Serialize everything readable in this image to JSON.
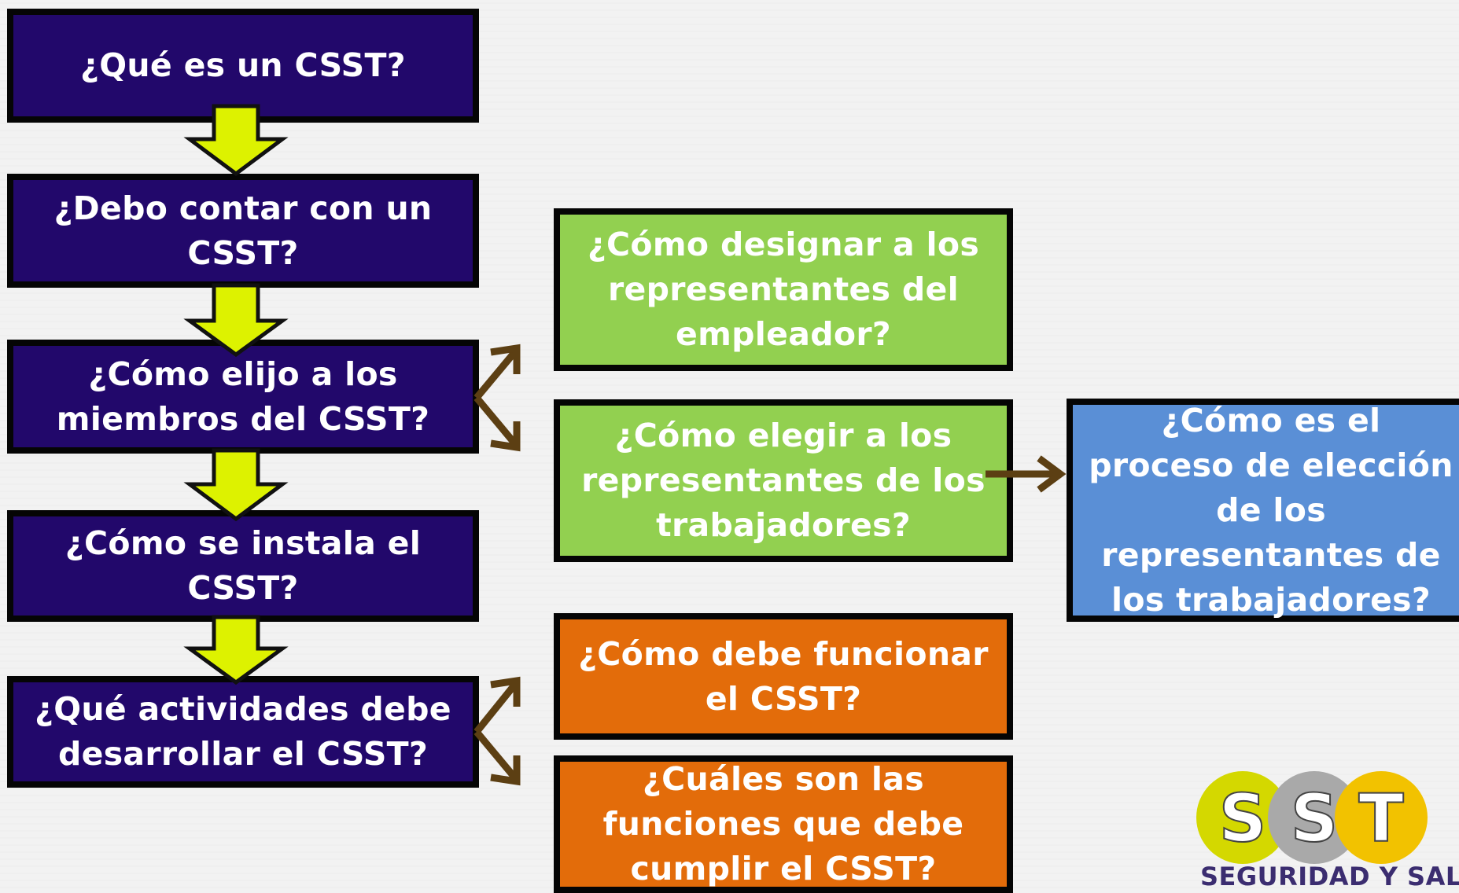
{
  "boxes": {
    "que_es": "¿Qué es un CSST?",
    "debo_contar": "¿Debo contar con un CSST?",
    "como_elijo": "¿Cómo elijo a los miembros del CSST?",
    "como_instala": "¿Cómo se instala el CSST?",
    "que_actividades": "¿Qué actividades debe desarrollar el CSST?",
    "designar_empleador": "¿Cómo designar a los representantes del empleador?",
    "elegir_trabajadores": "¿Cómo elegir a los representantes de los trabajadores?",
    "debe_funcionar": "¿Cómo debe funcionar el CSST?",
    "funciones": "¿Cuáles son las funciones que debe cumplir el CSST?",
    "proceso_eleccion": "¿Cómo es el proceso de elección de los representantes de los trabajadores?"
  },
  "logo": {
    "letters": [
      "S",
      "S",
      "T"
    ],
    "tagline": "SEGURIDAD Y SALUD"
  },
  "colors": {
    "purple": "#22086b",
    "green": "#92d050",
    "orange": "#e36c0a",
    "blue": "#5a8fd6",
    "down_arrow": "#ddf200",
    "branch_arrow": "#5c3f13",
    "logo_yellow": "#d4d800",
    "logo_gray": "#a9a9a9",
    "logo_orange": "#f2c200"
  }
}
